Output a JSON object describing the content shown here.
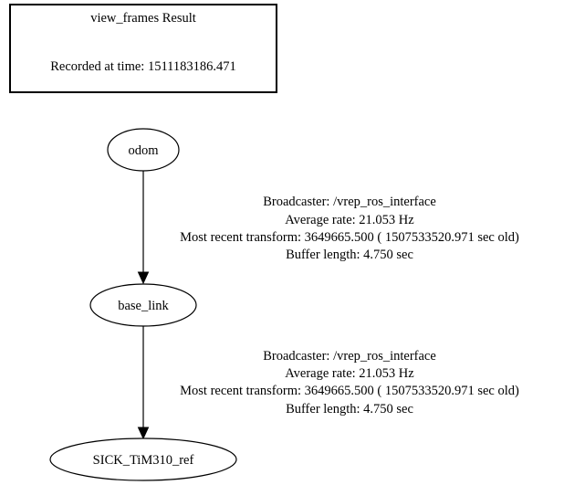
{
  "header": {
    "title": "view_frames Result",
    "recorded": "Recorded at time: 1511183186.471"
  },
  "nodes": {
    "odom": "odom",
    "base_link": "base_link",
    "sick": "SICK_TiM310_ref"
  },
  "edges": [
    {
      "from": "odom",
      "to": "base_link",
      "broadcaster": "Broadcaster: /vrep_ros_interface",
      "rate": "Average rate: 21.053 Hz",
      "recent": "Most recent transform: 3649665.500 ( 1507533520.971 sec old)",
      "buffer": "Buffer length: 4.750 sec"
    },
    {
      "from": "base_link",
      "to": "SICK_TiM310_ref",
      "broadcaster": "Broadcaster: /vrep_ros_interface",
      "rate": "Average rate: 21.053 Hz",
      "recent": "Most recent transform: 3649665.500 ( 1507533520.971 sec old)",
      "buffer": "Buffer length: 4.750 sec"
    }
  ],
  "colors": {
    "stroke": "#000000",
    "background": "#ffffff"
  }
}
